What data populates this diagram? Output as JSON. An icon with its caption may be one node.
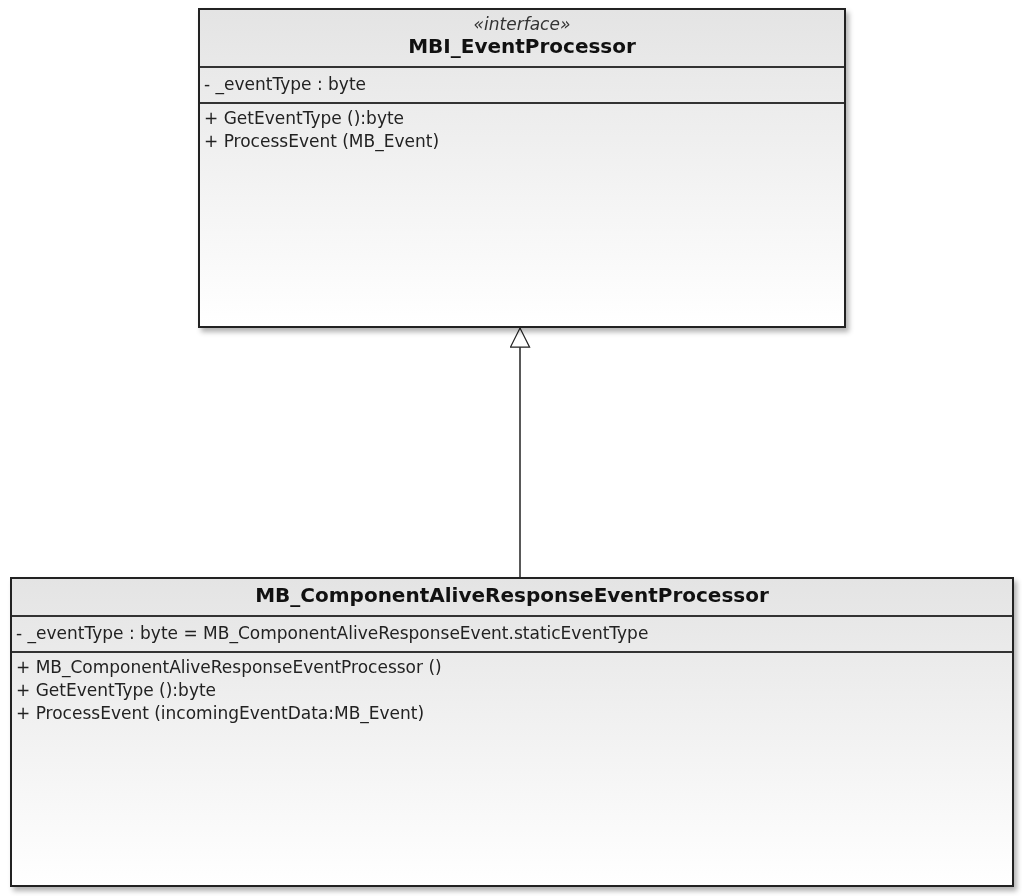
{
  "diagram": {
    "nodes": [
      {
        "text": [
          "«interface»",
          "MBI_EventProcessor",
          "- _eventType : byte",
          "+ GetEventType ():byte",
          "+ ProcessEvent (MB_Event)"
        ]
      },
      {
        "text": [
          "MB_ComponentAliveResponseEventProcessor",
          "- _eventType : byte = MB_ComponentAliveResponseEvent.staticEventType",
          "+ MB_ComponentAliveResponseEventProcessor ()",
          "+ GetEventType ():byte",
          "+ ProcessEvent (incomingEventData:MB_Event)"
        ]
      }
    ],
    "edges": [
      {
        "from": 1,
        "to": 0,
        "arrow": "to"
      }
    ]
  }
}
